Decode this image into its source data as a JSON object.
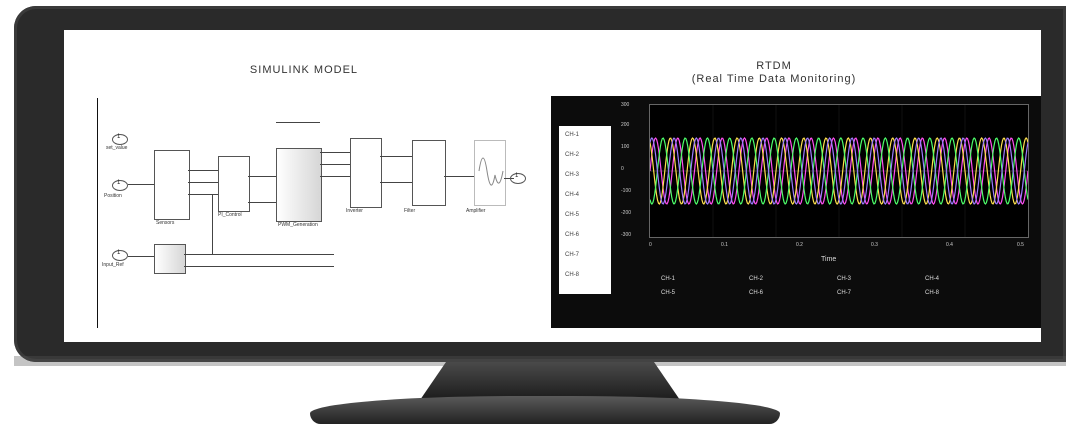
{
  "simulink": {
    "title": "SIMULINK MODEL",
    "inputs": [
      {
        "port": "1",
        "label": "set_value"
      },
      {
        "port": "1",
        "label": "Position"
      },
      {
        "port": "1",
        "label": "Input_Ref"
      }
    ],
    "blocks": [
      "Sensors",
      "PI_Control",
      "PWM_Generation",
      "Inverter",
      "Filter",
      "Amplifier"
    ],
    "output_port": "1"
  },
  "rtdm": {
    "title": "RTDM",
    "subtitle": "(Real Time Data Monitoring)",
    "sidebar_channels": [
      "CH-1",
      "CH-2",
      "CH-3",
      "CH-4",
      "CH-5",
      "CH-6",
      "CH-7",
      "CH-8"
    ],
    "xlabel": "Time",
    "bottom_legend": [
      [
        "CH-1",
        "CH-2",
        "CH-3",
        "CH-4"
      ],
      [
        "CH-5",
        "CH-6",
        "CH-7",
        "CH-8"
      ]
    ]
  },
  "colors": {
    "bezel": "#2a2a2a",
    "screen_bg": "#ffffff",
    "plot_bg": "#000000"
  },
  "chart_data": {
    "type": "line",
    "ylabel": "",
    "xlabel": "Time",
    "ylim": [
      -300,
      300
    ],
    "yticks": [
      "300",
      "200",
      "100",
      "0",
      "-100",
      "-200",
      "-300"
    ],
    "xticks": [
      "0",
      "0.1",
      "0.2",
      "0.3",
      "0.4",
      "0.5"
    ],
    "grid": true,
    "series": [
      {
        "name": "CH-1",
        "color": "#ff4df0",
        "amplitude": 150,
        "phase_deg": 0
      },
      {
        "name": "CH-2",
        "color": "#ffe14d",
        "amplitude": 150,
        "phase_deg": 120
      },
      {
        "name": "CH-3",
        "color": "#4dff6a",
        "amplitude": 150,
        "phase_deg": 240
      },
      {
        "name": "CH-4",
        "color": "#9d7bff",
        "amplitude": 150,
        "phase_deg": 60
      }
    ],
    "cycles": 17
  }
}
